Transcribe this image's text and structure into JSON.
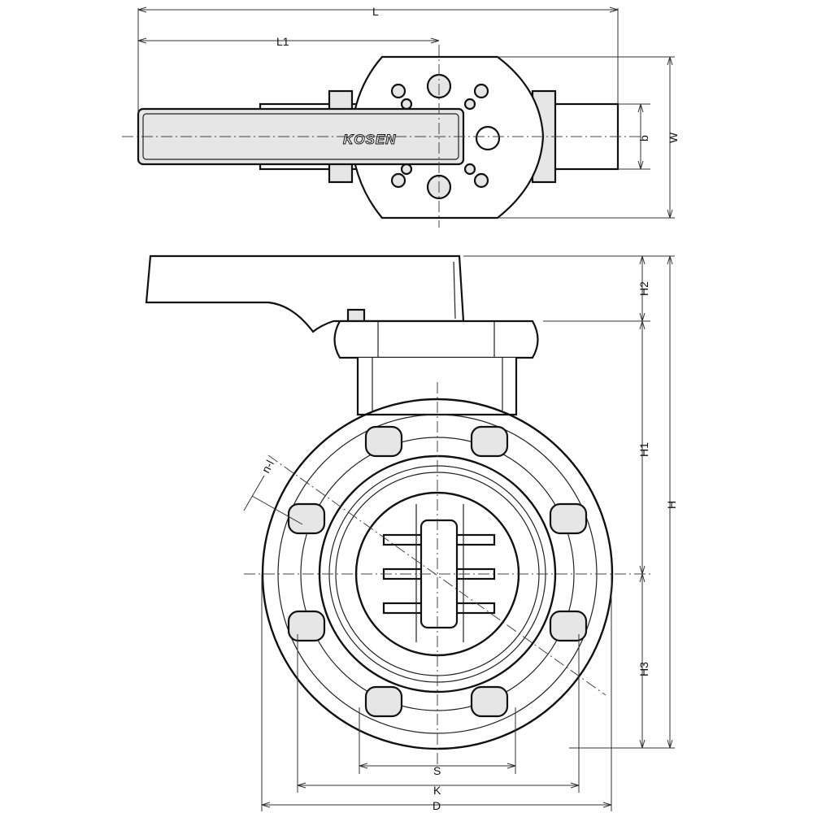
{
  "drawing": {
    "brand": "KOSEN",
    "labels": {
      "L": "L",
      "L1": "L1",
      "b": "b",
      "W": "W",
      "H2": "H2",
      "H1": "H1",
      "H": "H",
      "H3": "H3",
      "S": "S",
      "K": "K",
      "D": "D",
      "n_l": "n-l"
    }
  }
}
